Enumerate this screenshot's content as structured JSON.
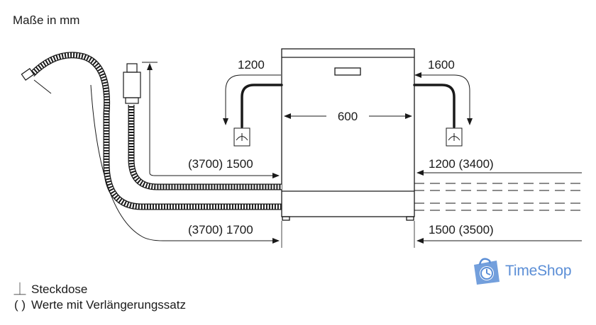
{
  "title": "Maße in mm",
  "dimensions": {
    "left_top": "1200",
    "right_top": "1600",
    "width": "600",
    "left_mid": "(3700) 1500",
    "right_mid": "1200 (3400)",
    "left_bottom": "(3700) 1700",
    "right_bottom": "1500 (3500)"
  },
  "legend": {
    "socket_symbol": "⏊",
    "socket_label": "Steckdose",
    "paren_symbol": "( )",
    "paren_label": "Werte mit Verlängerungssatz"
  },
  "logo": {
    "text": "TimeShop",
    "color": "#5b8ed6"
  }
}
